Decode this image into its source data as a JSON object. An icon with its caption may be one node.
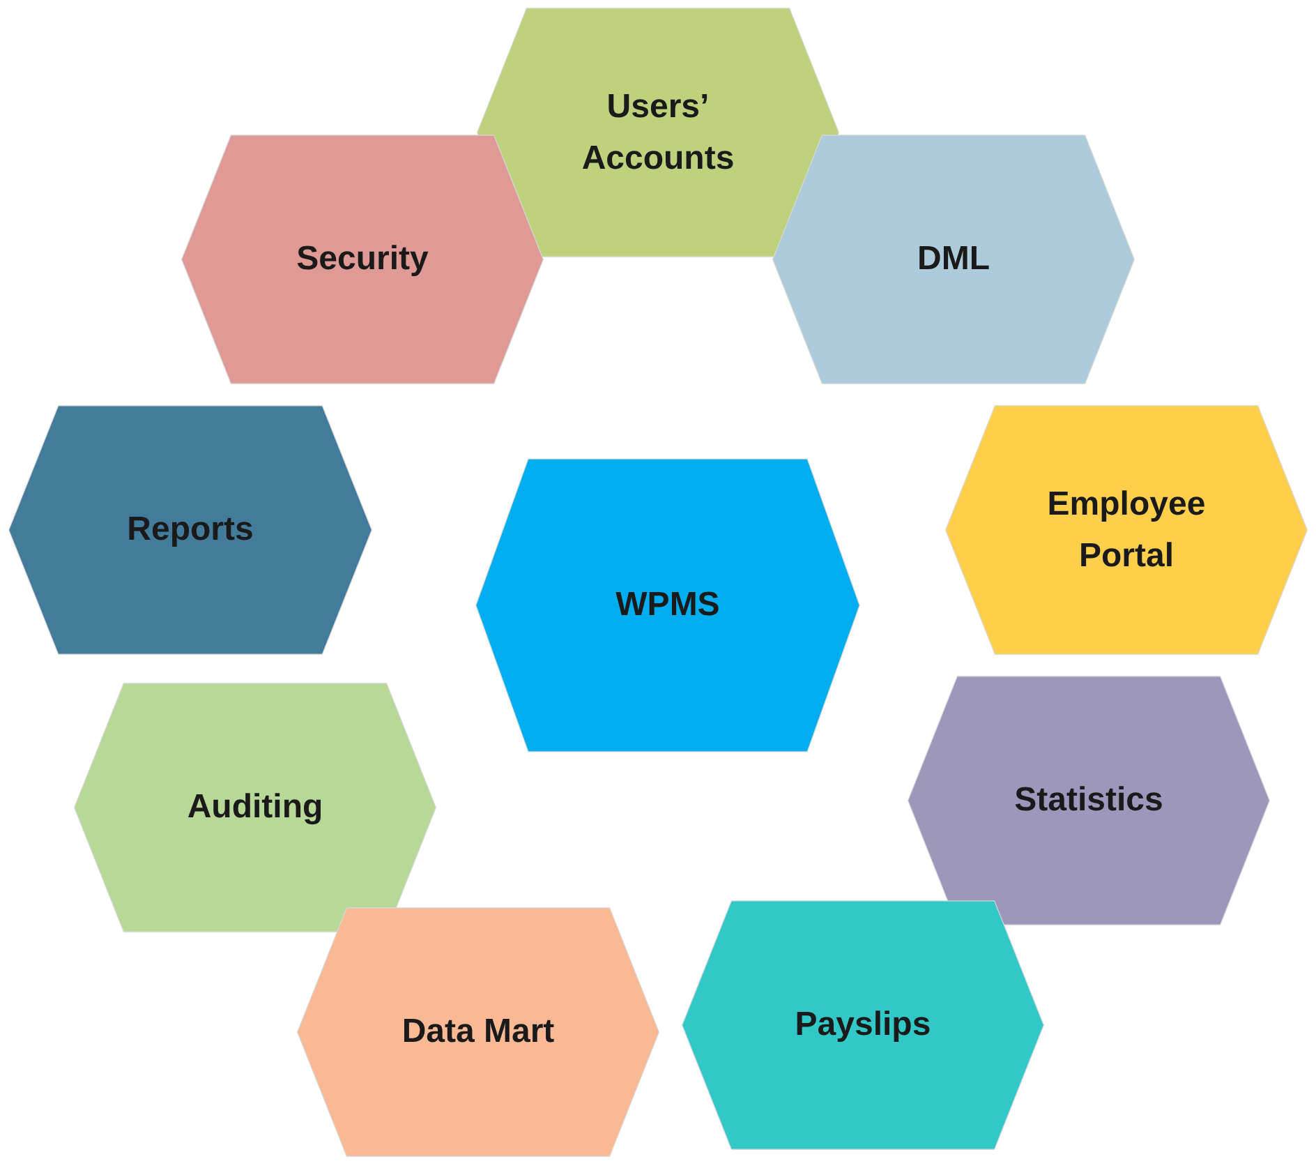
{
  "diagram": {
    "nodes": [
      {
        "text": [
          "Users’ Accounts"
        ]
      },
      {
        "text": [
          "Security"
        ]
      },
      {
        "text": [
          "DML"
        ]
      },
      {
        "text": [
          "Reports"
        ]
      },
      {
        "text": [
          "Employee Portal"
        ]
      },
      {
        "text": [
          "WPMS"
        ]
      },
      {
        "text": [
          "Statistics"
        ]
      },
      {
        "text": [
          "Auditing"
        ]
      },
      {
        "text": [
          "Payslips"
        ]
      },
      {
        "text": [
          "Data Mart"
        ]
      }
    ],
    "edges": []
  }
}
